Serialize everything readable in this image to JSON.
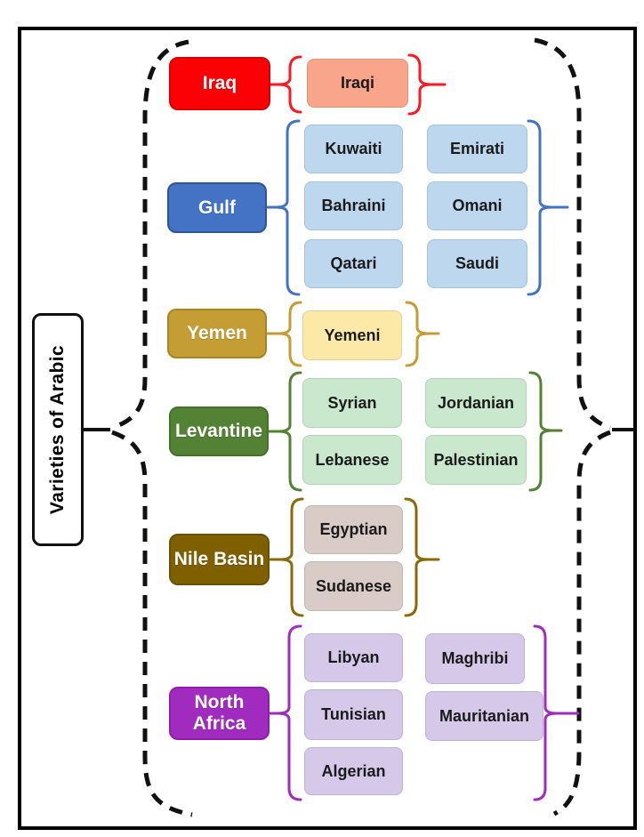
{
  "diagram": {
    "root_label": "Varieties of Arabic",
    "dash_color": "#111111",
    "sections": [
      {
        "label": "Iraq",
        "fill": "#FB0005",
        "border": "#D90004",
        "brace": "#FB1923",
        "child_fill": "#F9A58B",
        "children": [
          "Iraqi"
        ]
      },
      {
        "label": "Gulf",
        "fill": "#4472C4",
        "border": "#2F5597",
        "brace": "#4472C4",
        "child_fill": "#BDD7EE",
        "children": [
          "Kuwaiti",
          "Bahraini",
          "Qatari",
          "Emirati",
          "Omani",
          "Saudi"
        ]
      },
      {
        "label": "Yemen",
        "fill": "#C59D35",
        "border": "#AA8420",
        "brace": "#C59D35",
        "child_fill": "#FCE9A8",
        "children": [
          "Yemeni"
        ]
      },
      {
        "label": "Levantine",
        "fill": "#548235",
        "border": "#44702A",
        "brace": "#548235",
        "child_fill": "#C9E8CD",
        "children": [
          "Syrian",
          "Lebanese",
          "Jordanian",
          "Palestinian"
        ]
      },
      {
        "label": "Nile Basin",
        "fill": "#7F6000",
        "border": "#6A5000",
        "brace": "#8A6A08",
        "child_fill": "#D9CBC5",
        "children": [
          "Egyptian",
          "Sudanese"
        ]
      },
      {
        "label": "North Africa",
        "fill": "#A22BBF",
        "border": "#8E1FA9",
        "brace": "#A22BBF",
        "child_fill": "#D5C8E9",
        "children": [
          "Libyan",
          "Tunisian",
          "Algerian",
          "Maghribi",
          "Mauritanian"
        ]
      }
    ]
  }
}
